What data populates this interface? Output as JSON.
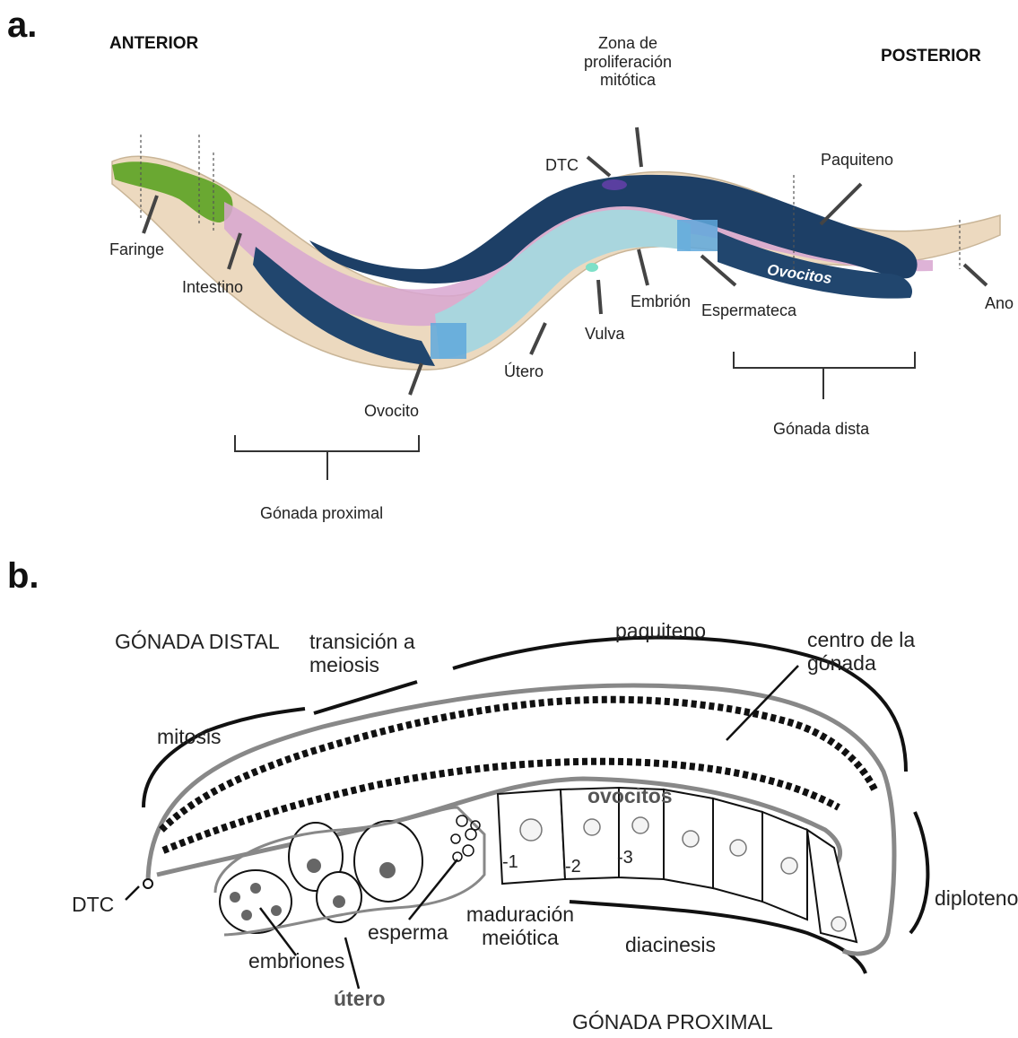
{
  "panel_a": {
    "letter": "a.",
    "anterior": "ANTERIOR",
    "posterior": "POSTERIOR",
    "zona_line1": "Zona de",
    "zona_line2": "proliferación",
    "zona_line3": "mitótica",
    "dtc": "DTC",
    "paquiteno": "Paquiteno",
    "faringe": "Faringe",
    "intestino": "Intestino",
    "ovocitos": "Ovocitos",
    "ano": "Ano",
    "embrion": "Embrión",
    "espermateca": "Espermateca",
    "vulva": "Vulva",
    "utero": "Útero",
    "ovocito": "Ovocito",
    "gonada_dista": "Gónada dista",
    "gonada_proximal": "Gónada proximal",
    "colors": {
      "body": "#ecd9bf",
      "pharynx": "#6aa832",
      "intestine": "#d8a6d0",
      "gonad": "#1d3f66",
      "uterus": "#a9d6de",
      "dtc": "#5a3fa0"
    }
  },
  "panel_b": {
    "letter": "b.",
    "gonada_distal": "GÓNADA DISTAL",
    "transicion_line1": "transición a",
    "transicion_line2": "meiosis",
    "paquiteno": "paquiteno",
    "centro_line1": "centro de la",
    "centro_line2": "gónada",
    "mitosis": "mitosis",
    "ovocitos": "ovocitos",
    "dtc": "DTC",
    "diploteno": "diploteno",
    "esperma": "esperma",
    "maduracion_line1": "maduración",
    "maduracion_line2": "meiótica",
    "diacinesis": "diacinesis",
    "embriones": "embriones",
    "utero": "útero",
    "gonada_proximal": "GÓNADA PROXIMAL",
    "oocyte_numbers": [
      "-1",
      "-2",
      "-3"
    ]
  }
}
